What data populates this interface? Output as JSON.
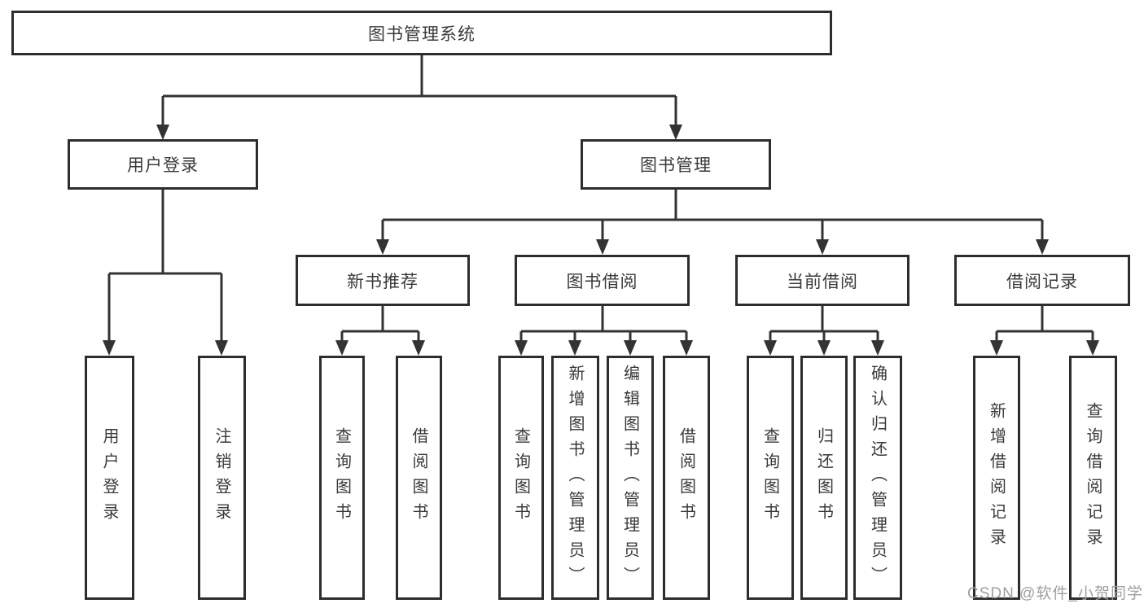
{
  "tree": {
    "label": "图书管理系统",
    "children": [
      {
        "label": "用户登录",
        "children": [
          {
            "label": "用户登录"
          },
          {
            "label": "注销登录"
          }
        ]
      },
      {
        "label": "图书管理",
        "children": [
          {
            "label": "新书推荐",
            "children": [
              {
                "label": "查询图书"
              },
              {
                "label": "借阅图书"
              }
            ]
          },
          {
            "label": "图书借阅",
            "children": [
              {
                "label": "查询图书"
              },
              {
                "label": "新增图书（管理员）"
              },
              {
                "label": "编辑图书（管理员）"
              },
              {
                "label": "借阅图书"
              }
            ]
          },
          {
            "label": "当前借阅",
            "children": [
              {
                "label": "查询图书"
              },
              {
                "label": "归还图书"
              },
              {
                "label": "确认归还（管理员）"
              }
            ]
          },
          {
            "label": "借阅记录",
            "children": [
              {
                "label": "新增借阅记录"
              },
              {
                "label": "查询借阅记录"
              }
            ]
          }
        ]
      }
    ]
  },
  "watermark": {
    "text": "CSDN @软件_小贺同学"
  },
  "colors": {
    "line": "#333333",
    "box_border": "#2d2d2d",
    "text": "#3a3a3a",
    "background": "#ffffff",
    "watermark": "#9f9f9f"
  }
}
